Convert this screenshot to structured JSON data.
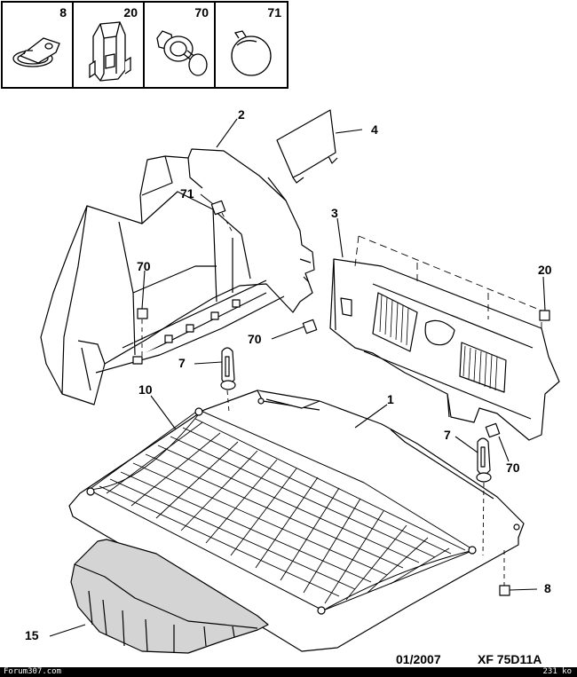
{
  "legend": [
    {
      "number": "8",
      "icon": "d-ring-clip-icon"
    },
    {
      "number": "20",
      "icon": "plastic-retainer-clip-icon"
    },
    {
      "number": "70",
      "icon": "push-rivet-icon"
    },
    {
      "number": "71",
      "icon": "mushroom-plug-icon"
    }
  ],
  "callouts": {
    "c2": "2",
    "c4": "4",
    "c71": "71",
    "c3": "3",
    "c70_left": "70",
    "c20": "20",
    "c70_mid": "70",
    "c7_left": "7",
    "c10": "10",
    "c1": "1",
    "c7_right": "7",
    "c70_right": "70",
    "c8": "8",
    "c15": "15"
  },
  "footer": {
    "date": "01/2007",
    "reference": "XF 75D11A",
    "site": "Forum307.com",
    "size": "231 ko"
  }
}
